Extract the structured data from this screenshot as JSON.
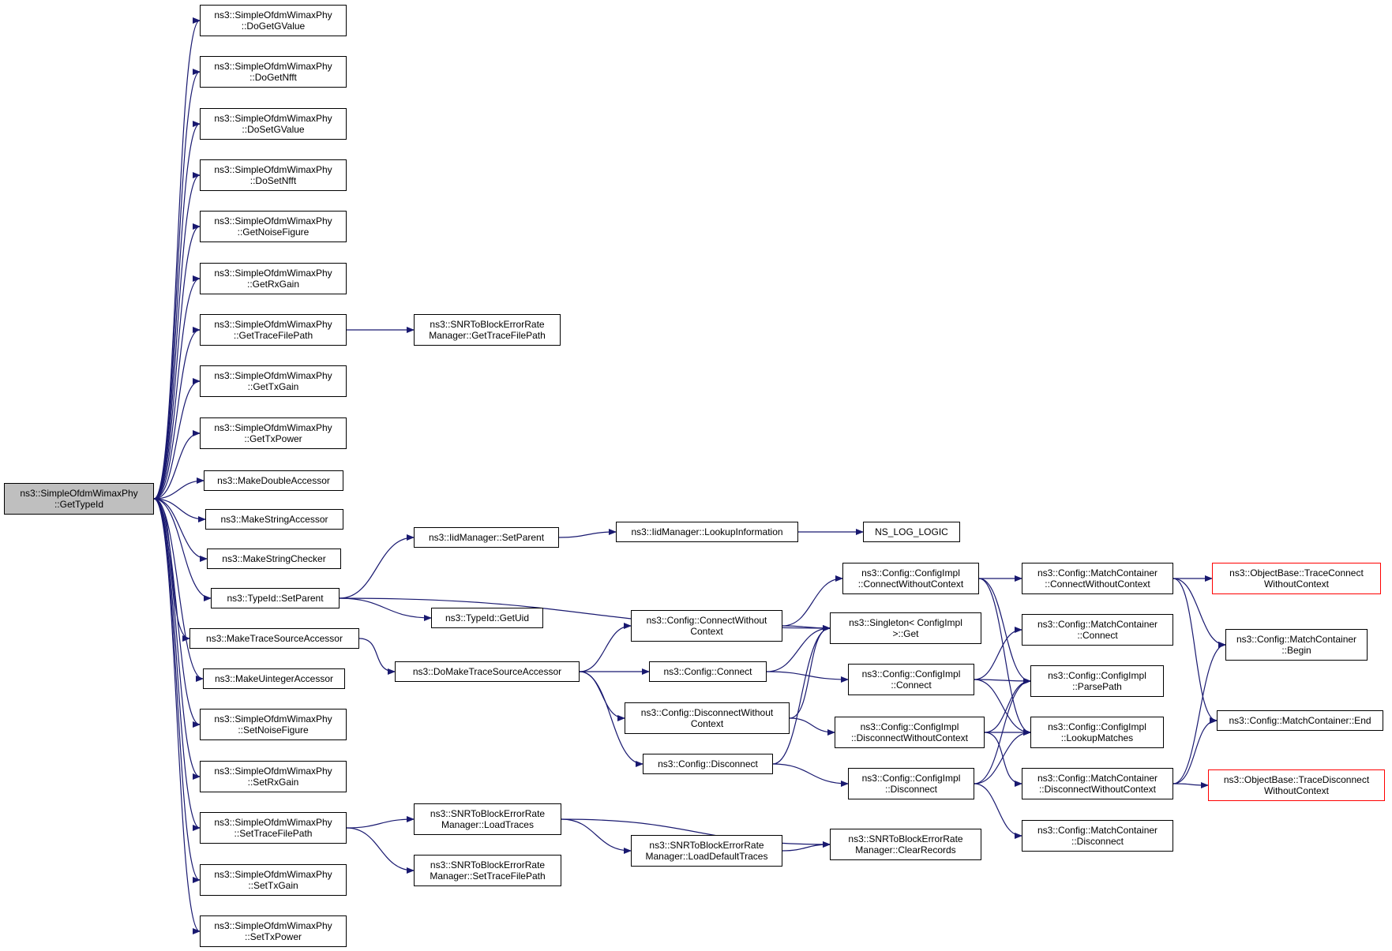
{
  "colors": {
    "edge": "#191970",
    "root_fill": "#bfbfbf",
    "external_border": "#ff0000"
  },
  "nodes": [
    {
      "id": "root",
      "lines": [
        "ns3::SimpleOfdmWimaxPhy",
        "::GetTypeId"
      ],
      "kind": "root"
    },
    {
      "id": "doGetGValue",
      "lines": [
        "ns3::SimpleOfdmWimaxPhy",
        "::DoGetGValue"
      ]
    },
    {
      "id": "doGetNfft",
      "lines": [
        "ns3::SimpleOfdmWimaxPhy",
        "::DoGetNfft"
      ]
    },
    {
      "id": "doSetGValue",
      "lines": [
        "ns3::SimpleOfdmWimaxPhy",
        "::DoSetGValue"
      ]
    },
    {
      "id": "doSetNfft",
      "lines": [
        "ns3::SimpleOfdmWimaxPhy",
        "::DoSetNfft"
      ]
    },
    {
      "id": "getNoiseFigure",
      "lines": [
        "ns3::SimpleOfdmWimaxPhy",
        "::GetNoiseFigure"
      ]
    },
    {
      "id": "getRxGain",
      "lines": [
        "ns3::SimpleOfdmWimaxPhy",
        "::GetRxGain"
      ]
    },
    {
      "id": "getTraceFilePath",
      "lines": [
        "ns3::SimpleOfdmWimaxPhy",
        "::GetTraceFilePath"
      ]
    },
    {
      "id": "getTxGain",
      "lines": [
        "ns3::SimpleOfdmWimaxPhy",
        "::GetTxGain"
      ]
    },
    {
      "id": "getTxPower",
      "lines": [
        "ns3::SimpleOfdmWimaxPhy",
        "::GetTxPower"
      ]
    },
    {
      "id": "makeDoubleAccessor",
      "lines": [
        "ns3::MakeDoubleAccessor"
      ]
    },
    {
      "id": "makeStringAccessor",
      "lines": [
        "ns3::MakeStringAccessor"
      ]
    },
    {
      "id": "makeStringChecker",
      "lines": [
        "ns3::MakeStringChecker"
      ]
    },
    {
      "id": "typeIdSetParent",
      "lines": [
        "ns3::TypeId::SetParent"
      ]
    },
    {
      "id": "makeTraceSourceAccessor",
      "lines": [
        "ns3::MakeTraceSourceAccessor"
      ]
    },
    {
      "id": "makeUintegerAccessor",
      "lines": [
        "ns3::MakeUintegerAccessor"
      ]
    },
    {
      "id": "setNoiseFigure",
      "lines": [
        "ns3::SimpleOfdmWimaxPhy",
        "::SetNoiseFigure"
      ]
    },
    {
      "id": "setRxGain",
      "lines": [
        "ns3::SimpleOfdmWimaxPhy",
        "::SetRxGain"
      ]
    },
    {
      "id": "setTraceFilePath",
      "lines": [
        "ns3::SimpleOfdmWimaxPhy",
        "::SetTraceFilePath"
      ]
    },
    {
      "id": "setTxGain",
      "lines": [
        "ns3::SimpleOfdmWimaxPhy",
        "::SetTxGain"
      ]
    },
    {
      "id": "setTxPower",
      "lines": [
        "ns3::SimpleOfdmWimaxPhy",
        "::SetTxPower"
      ]
    },
    {
      "id": "snrGetTraceFilePath",
      "lines": [
        "ns3::SNRToBlockErrorRate",
        "Manager::GetTraceFilePath"
      ]
    },
    {
      "id": "iidSetParent",
      "lines": [
        "ns3::IidManager::SetParent"
      ]
    },
    {
      "id": "typeIdGetUid",
      "lines": [
        "ns3::TypeId::GetUid"
      ]
    },
    {
      "id": "doMakeTraceSourceAccessor",
      "lines": [
        "ns3::DoMakeTraceSourceAccessor"
      ]
    },
    {
      "id": "snrLoadTraces",
      "lines": [
        "ns3::SNRToBlockErrorRate",
        "Manager::LoadTraces"
      ]
    },
    {
      "id": "snrSetTraceFilePath",
      "lines": [
        "ns3::SNRToBlockErrorRate",
        "Manager::SetTraceFilePath"
      ]
    },
    {
      "id": "iidLookupInformation",
      "lines": [
        "ns3::IidManager::LookupInformation"
      ]
    },
    {
      "id": "configConnectWithoutContext",
      "lines": [
        "ns3::Config::ConnectWithout",
        "Context"
      ]
    },
    {
      "id": "configConnect",
      "lines": [
        "ns3::Config::Connect"
      ]
    },
    {
      "id": "configDisconnectWithoutContext",
      "lines": [
        "ns3::Config::DisconnectWithout",
        "Context"
      ]
    },
    {
      "id": "configDisconnect",
      "lines": [
        "ns3::Config::Disconnect"
      ]
    },
    {
      "id": "snrLoadDefaultTraces",
      "lines": [
        "ns3::SNRToBlockErrorRate",
        "Manager::LoadDefaultTraces"
      ]
    },
    {
      "id": "nsLogLogic",
      "lines": [
        "NS_LOG_LOGIC"
      ]
    },
    {
      "id": "implConnectWithoutContext",
      "lines": [
        "ns3::Config::ConfigImpl",
        "::ConnectWithoutContext"
      ]
    },
    {
      "id": "singletonGet",
      "lines": [
        "ns3::Singleton< ConfigImpl",
        ">::Get"
      ]
    },
    {
      "id": "implConnect",
      "lines": [
        "ns3::Config::ConfigImpl",
        "::Connect"
      ]
    },
    {
      "id": "implDisconnectWithoutContext",
      "lines": [
        "ns3::Config::ConfigImpl",
        "::DisconnectWithoutContext"
      ]
    },
    {
      "id": "implDisconnect",
      "lines": [
        "ns3::Config::ConfigImpl",
        "::Disconnect"
      ]
    },
    {
      "id": "snrClearRecords",
      "lines": [
        "ns3::SNRToBlockErrorRate",
        "Manager::ClearRecords"
      ]
    },
    {
      "id": "mcConnectWithoutContext",
      "lines": [
        "ns3::Config::MatchContainer",
        "::ConnectWithoutContext"
      ]
    },
    {
      "id": "mcConnect",
      "lines": [
        "ns3::Config::MatchContainer",
        "::Connect"
      ]
    },
    {
      "id": "implParsePath",
      "lines": [
        "ns3::Config::ConfigImpl",
        "::ParsePath"
      ]
    },
    {
      "id": "implLookupMatches",
      "lines": [
        "ns3::Config::ConfigImpl",
        "::LookupMatches"
      ]
    },
    {
      "id": "mcDisconnectWithoutContext",
      "lines": [
        "ns3::Config::MatchContainer",
        "::DisconnectWithoutContext"
      ]
    },
    {
      "id": "mcDisconnect",
      "lines": [
        "ns3::Config::MatchContainer",
        "::Disconnect"
      ]
    },
    {
      "id": "obTraceConnectWithoutContext",
      "lines": [
        "ns3::ObjectBase::TraceConnect",
        "WithoutContext"
      ],
      "kind": "external"
    },
    {
      "id": "mcBegin",
      "lines": [
        "ns3::Config::MatchContainer",
        "::Begin"
      ]
    },
    {
      "id": "mcEnd",
      "lines": [
        "ns3::Config::MatchContainer::End"
      ]
    },
    {
      "id": "obTraceDisconnectWithoutContext",
      "lines": [
        "ns3::ObjectBase::TraceDisconnect",
        "WithoutContext"
      ],
      "kind": "external"
    }
  ],
  "edges": [
    [
      "root",
      "doGetGValue"
    ],
    [
      "root",
      "doGetNfft"
    ],
    [
      "root",
      "doSetGValue"
    ],
    [
      "root",
      "doSetNfft"
    ],
    [
      "root",
      "getNoiseFigure"
    ],
    [
      "root",
      "getRxGain"
    ],
    [
      "root",
      "getTraceFilePath"
    ],
    [
      "root",
      "getTxGain"
    ],
    [
      "root",
      "getTxPower"
    ],
    [
      "root",
      "makeDoubleAccessor"
    ],
    [
      "root",
      "makeStringAccessor"
    ],
    [
      "root",
      "makeStringChecker"
    ],
    [
      "root",
      "typeIdSetParent"
    ],
    [
      "root",
      "makeTraceSourceAccessor"
    ],
    [
      "root",
      "makeUintegerAccessor"
    ],
    [
      "root",
      "setNoiseFigure"
    ],
    [
      "root",
      "setRxGain"
    ],
    [
      "root",
      "setTraceFilePath"
    ],
    [
      "root",
      "setTxGain"
    ],
    [
      "root",
      "setTxPower"
    ],
    [
      "getTraceFilePath",
      "snrGetTraceFilePath"
    ],
    [
      "typeIdSetParent",
      "iidSetParent"
    ],
    [
      "typeIdSetParent",
      "typeIdGetUid"
    ],
    [
      "typeIdSetParent",
      "singletonGet"
    ],
    [
      "iidSetParent",
      "iidLookupInformation"
    ],
    [
      "iidLookupInformation",
      "nsLogLogic"
    ],
    [
      "makeTraceSourceAccessor",
      "doMakeTraceSourceAccessor"
    ],
    [
      "doMakeTraceSourceAccessor",
      "configConnectWithoutContext"
    ],
    [
      "doMakeTraceSourceAccessor",
      "configConnect"
    ],
    [
      "doMakeTraceSourceAccessor",
      "configDisconnectWithoutContext"
    ],
    [
      "doMakeTraceSourceAccessor",
      "configDisconnect"
    ],
    [
      "setTraceFilePath",
      "snrLoadTraces"
    ],
    [
      "setTraceFilePath",
      "snrSetTraceFilePath"
    ],
    [
      "snrLoadTraces",
      "snrLoadDefaultTraces"
    ],
    [
      "snrLoadTraces",
      "snrClearRecords"
    ],
    [
      "snrLoadDefaultTraces",
      "snrClearRecords"
    ],
    [
      "configConnectWithoutContext",
      "implConnectWithoutContext"
    ],
    [
      "configConnectWithoutContext",
      "singletonGet"
    ],
    [
      "configConnect",
      "implConnect"
    ],
    [
      "configConnect",
      "singletonGet"
    ],
    [
      "configDisconnectWithoutContext",
      "implDisconnectWithoutContext"
    ],
    [
      "configDisconnectWithoutContext",
      "singletonGet"
    ],
    [
      "configDisconnect",
      "implDisconnect"
    ],
    [
      "configDisconnect",
      "singletonGet"
    ],
    [
      "implConnectWithoutContext",
      "mcConnectWithoutContext"
    ],
    [
      "implConnectWithoutContext",
      "implParsePath"
    ],
    [
      "implConnectWithoutContext",
      "implLookupMatches"
    ],
    [
      "implConnect",
      "mcConnect"
    ],
    [
      "implConnect",
      "implParsePath"
    ],
    [
      "implConnect",
      "implLookupMatches"
    ],
    [
      "implDisconnectWithoutContext",
      "mcDisconnectWithoutContext"
    ],
    [
      "implDisconnectWithoutContext",
      "implParsePath"
    ],
    [
      "implDisconnectWithoutContext",
      "implLookupMatches"
    ],
    [
      "implDisconnect",
      "mcDisconnect"
    ],
    [
      "implDisconnect",
      "implParsePath"
    ],
    [
      "implDisconnect",
      "implLookupMatches"
    ],
    [
      "mcConnectWithoutContext",
      "obTraceConnectWithoutContext"
    ],
    [
      "mcConnectWithoutContext",
      "mcBegin"
    ],
    [
      "mcConnectWithoutContext",
      "mcEnd"
    ],
    [
      "mcDisconnectWithoutContext",
      "obTraceDisconnectWithoutContext"
    ],
    [
      "mcDisconnectWithoutContext",
      "mcBegin"
    ],
    [
      "mcDisconnectWithoutContext",
      "mcEnd"
    ]
  ]
}
